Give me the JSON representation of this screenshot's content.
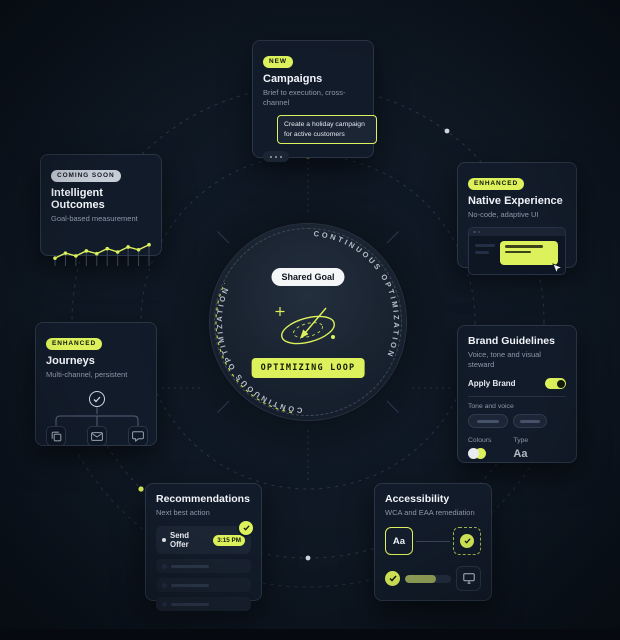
{
  "colors": {
    "accent": "#dcf15b",
    "card_bg": "#121b29",
    "page_bg": "#0d1520"
  },
  "center": {
    "shared_goal": "Shared Goal",
    "loop_label": "OPTIMIZING LOOP",
    "ring_text": "CONTINUOUS OPTIMIZATION"
  },
  "cards": {
    "campaigns": {
      "badge": "NEW",
      "title": "Campaigns",
      "subtitle": "Brief to execution, cross-channel",
      "tooltip": "Create a holiday campaign for active customers"
    },
    "intelligent_outcomes": {
      "badge": "COMING SOON",
      "title": "Intelligent Outcomes",
      "subtitle": "Goal-based measurement"
    },
    "native_experience": {
      "badge": "ENHANCED",
      "title": "Native Experience",
      "subtitle": "No-code, adaptive UI"
    },
    "journeys": {
      "badge": "ENHANCED",
      "title": "Journeys",
      "subtitle": "Multi-channel, persistent"
    },
    "brand_guidelines": {
      "title": "Brand Guidelines",
      "subtitle": "Voice, tone and visual steward",
      "apply_brand_label": "Apply Brand",
      "toggle_state": "on",
      "tone_label": "Tone and voice",
      "colours_label": "Colours",
      "type_label": "Type",
      "type_sample": "Aa"
    },
    "recommendations": {
      "title": "Recommendations",
      "subtitle": "Next best action",
      "action_label": "Send Offer",
      "action_time": "3:15 PM"
    },
    "accessibility": {
      "title": "Accessibility",
      "subtitle": "WCA and EAA remediation",
      "type_sample": "Aa"
    }
  },
  "chart_data": {
    "type": "line",
    "title": "Goal-based measurement trend",
    "x": [
      1,
      2,
      3,
      4,
      5,
      6,
      7,
      8,
      9,
      10
    ],
    "values": [
      28,
      46,
      36,
      54,
      44,
      62,
      50,
      68,
      58,
      76
    ],
    "ylim": [
      0,
      100
    ],
    "grid": false,
    "legend": false
  }
}
